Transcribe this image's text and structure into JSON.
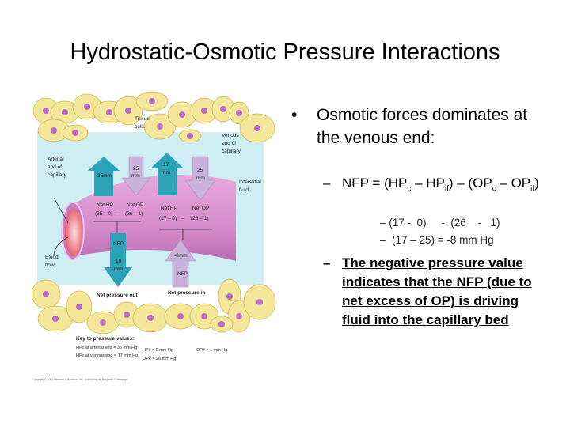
{
  "title": "Hydrostatic-Osmotic Pressure Interactions",
  "bullet1": "Osmotic forces dominates at the venous end:",
  "formula": {
    "pre": "NFP = (HP",
    "c1": "c",
    "mid1": " – HP",
    "if1": "if",
    "mid2": ") – (OP",
    "c2": "c",
    "mid3": " – OP",
    "if2": "if",
    "end": ")"
  },
  "calc1": "– (17 -  0)     -  (26    -   1)",
  "calc2": "–  (17 – 25) = -8 mm Hg",
  "bullet3": "The negative pressure value indicates that the NFP (due to net excess of OP) is driving fluid into the capillary bed",
  "figure": {
    "tissue_cells": [
      "Tissue",
      "cells"
    ],
    "venous_end": [
      "Venous",
      "end of",
      "capillary"
    ],
    "arterial_end": [
      "Arterial",
      "end of",
      "capillary"
    ],
    "interstitial": [
      "Interstitial",
      "fluid"
    ],
    "blood_flow": [
      "Blood",
      "flow"
    ],
    "arrow_art_hp": "35mm",
    "arrow_art_op": [
      "25",
      "mm"
    ],
    "arrow_ven_hp": [
      "17",
      "mm"
    ],
    "arrow_ven_op": [
      "25",
      "mm"
    ],
    "art_net_hp": [
      "Net HP",
      "(35 – 0)"
    ],
    "art_net_op": [
      "Net OP",
      "(26 – 1)"
    ],
    "ven_net_hp": [
      "Net HP",
      "(17 – 0)"
    ],
    "ven_net_op": [
      "Net OP",
      "(26 – 1)"
    ],
    "minus": "–",
    "nfp_out": [
      "NFP",
      "10",
      "mm"
    ],
    "nfp_in": [
      "-8mm",
      "NFP"
    ],
    "net_out": "Net pressure out",
    "net_in": "Net pressure in",
    "key_title": "Key to pressure values:",
    "key": [
      "HPc at arterial end = 35 mm Hg",
      "HPc at venous end = 17 mm Hg",
      "HPif = 0 mm Hg",
      "OPc = 26 mm Hg",
      "OPif = 1 mm Hg"
    ],
    "copyright": "Copyright © 2004 Pearson Education, Inc., publishing as Benjamin Cummings."
  },
  "colors": {
    "teal": "#2aa3b8",
    "lavender": "#c9b3dc",
    "capillary": "#d98fd0",
    "fluid": "#cfeef4",
    "cell": "#f5e79a",
    "nucleus": "#b86cc4"
  }
}
